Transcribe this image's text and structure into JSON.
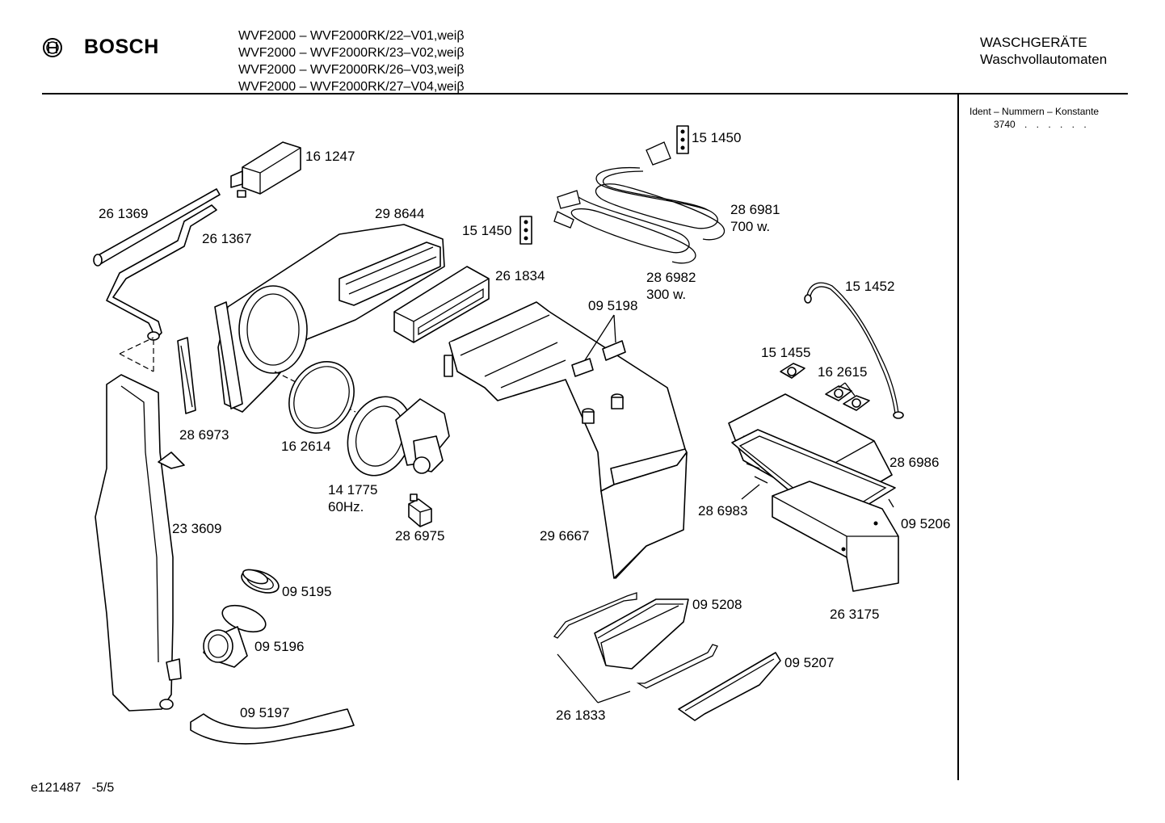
{
  "header": {
    "brand": "BOSCH",
    "models": [
      "WVF2000 – WVF2000RK/22–V01,weiβ",
      "WVF2000 – WVF2000RK/23–V02,weiβ",
      "WVF2000 – WVF2000RK/26–V03,weiβ",
      "WVF2000 – WVF2000RK/27–V04,weiβ"
    ],
    "category": "WASCHGERÄTE",
    "subcategory": "Waschvollautomaten"
  },
  "ident": {
    "title": "Ident – Nummern – Konstante",
    "number": "3740",
    "dots": ". . . . . ."
  },
  "footer": {
    "code": "e121487",
    "page": "-5/5"
  },
  "parts": [
    {
      "id": "161247",
      "text": "16 1247"
    },
    {
      "id": "261369",
      "text": "26 1369"
    },
    {
      "id": "261367",
      "text": "26 1367"
    },
    {
      "id": "298644",
      "text": "29 8644"
    },
    {
      "id": "151450a",
      "text": "15 1450"
    },
    {
      "id": "151450b",
      "text": "15 1450"
    },
    {
      "id": "286981",
      "text": "28 6981"
    },
    {
      "id": "286981w",
      "text": "700 w."
    },
    {
      "id": "286982",
      "text": "28 6982"
    },
    {
      "id": "286982w",
      "text": "300 w."
    },
    {
      "id": "261834",
      "text": "26 1834"
    },
    {
      "id": "095198",
      "text": "09 5198"
    },
    {
      "id": "151452",
      "text": "15 1452"
    },
    {
      "id": "151455",
      "text": "15 1455"
    },
    {
      "id": "162615",
      "text": "16 2615"
    },
    {
      "id": "286973",
      "text": "28 6973"
    },
    {
      "id": "162614",
      "text": "16 2614"
    },
    {
      "id": "141775",
      "text": "14 1775"
    },
    {
      "id": "141775hz",
      "text": "60Hz."
    },
    {
      "id": "286975",
      "text": "28 6975"
    },
    {
      "id": "296667",
      "text": "29 6667"
    },
    {
      "id": "286986",
      "text": "28 6986"
    },
    {
      "id": "286983",
      "text": "28 6983"
    },
    {
      "id": "095206",
      "text": "09 5206"
    },
    {
      "id": "233609",
      "text": "23 3609"
    },
    {
      "id": "095195",
      "text": "09 5195"
    },
    {
      "id": "095196",
      "text": "09 5196"
    },
    {
      "id": "095208",
      "text": "09 5208"
    },
    {
      "id": "263175",
      "text": "26 3175"
    },
    {
      "id": "095207",
      "text": "09 5207"
    },
    {
      "id": "095197",
      "text": "09 5197"
    },
    {
      "id": "261833",
      "text": "26 1833"
    }
  ]
}
